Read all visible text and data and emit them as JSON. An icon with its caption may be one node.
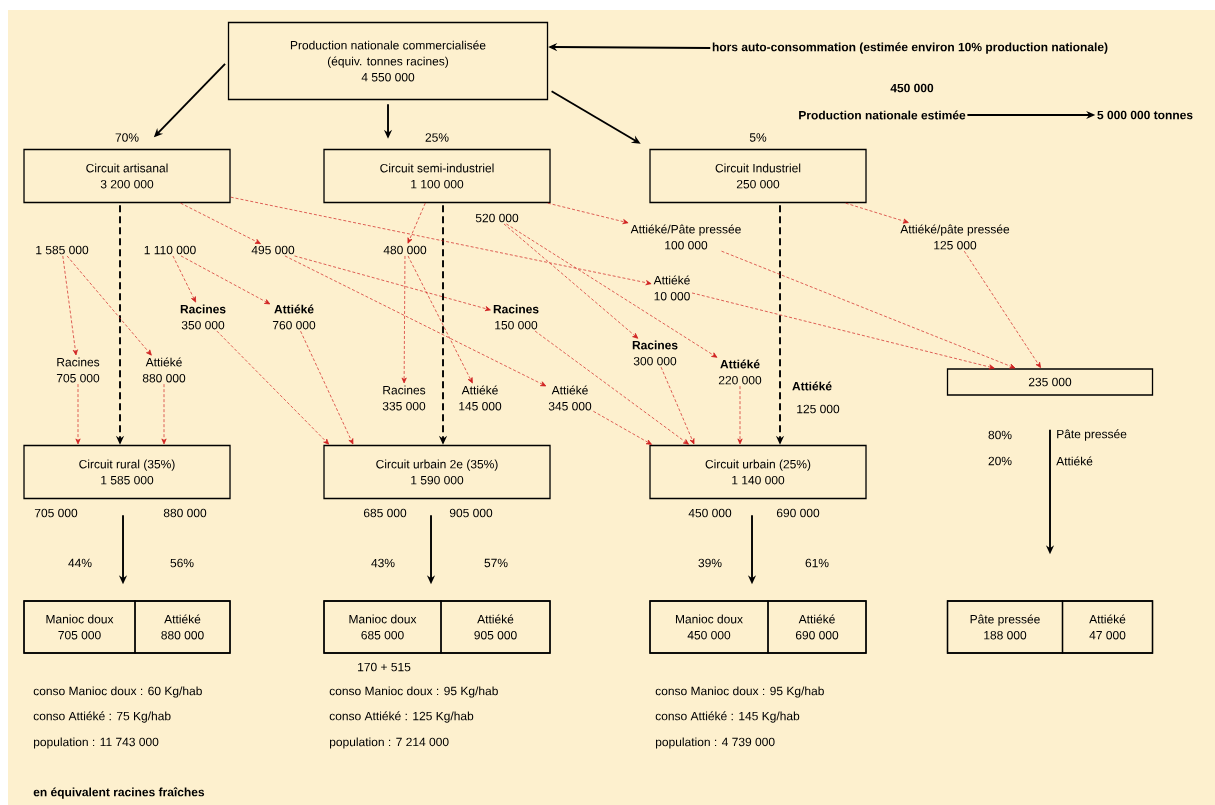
{
  "diagram": {
    "nodes": [
      {
        "text": [
          "Production nationale commercialisée",
          "(équiv. tonnes racines)",
          "4 550 000"
        ]
      },
      {
        "text": [
          "hors auto-consommation (estimée environ 10% production nationale)"
        ]
      },
      {
        "text": [
          "Production nationale estimée"
        ]
      },
      {
        "text": [
          "5 000 000 tonnes"
        ]
      },
      {
        "text": [
          "Circuit artisanal",
          "3 200 000"
        ],
        "beside": [
          "70%"
        ]
      },
      {
        "text": [
          "Circuit semi-industriel",
          "1 100 000"
        ],
        "beside": [
          "25%"
        ]
      },
      {
        "text": [
          "Circuit Industriel",
          "250 000"
        ],
        "beside": [
          "5%"
        ]
      },
      {
        "text": [
          "1 585 000"
        ]
      },
      {
        "text": [
          "1 110 000"
        ]
      },
      {
        "text": [
          "495 000"
        ]
      },
      {
        "text": [
          "480 000"
        ]
      },
      {
        "text": [
          "520 000"
        ]
      },
      {
        "text": [
          "Attiéké/Pâte pressée",
          "100 000"
        ]
      },
      {
        "text": [
          "Attiéké/pâte pressée",
          "125 000"
        ]
      },
      {
        "text": [
          "Attiéké",
          "10 000"
        ]
      },
      {
        "text": [
          "Racines",
          "350 000"
        ]
      },
      {
        "text": [
          "Attiéké",
          "760 000"
        ]
      },
      {
        "text": [
          "Racines",
          "150 000"
        ]
      },
      {
        "text": [
          "Racines",
          "705 000"
        ]
      },
      {
        "text": [
          "Attiéké",
          "880 000"
        ]
      },
      {
        "text": [
          "Racines",
          "335 000"
        ]
      },
      {
        "text": [
          "Attiéké",
          "145 000"
        ]
      },
      {
        "text": [
          "Attiéké",
          "345 000"
        ]
      },
      {
        "text": [
          "Racines",
          "300 000"
        ]
      },
      {
        "text": [
          "Attiéké",
          "220 000"
        ]
      },
      {
        "text": [
          "235 000"
        ]
      },
      {
        "text": [
          "Circuit rural (35%)",
          "1 585 000"
        ]
      },
      {
        "text": [
          "Circuit urbain 2e (35%)",
          "1 590 000"
        ]
      },
      {
        "text": [
          "Circuit urbain (25%)",
          "1 140 000"
        ]
      },
      {
        "text": [],
        "shape": "box"
      },
      {
        "text": [
          "Manioc doux",
          "705 000"
        ],
        "in": 29
      },
      {
        "text": [
          "Attiéké",
          "880 000"
        ],
        "in": 29
      },
      {
        "text": [],
        "shape": "box"
      },
      {
        "text": [
          "Manioc doux",
          "685 000"
        ],
        "in": 32
      },
      {
        "text": [
          "Attiéké",
          "905 000"
        ],
        "in": 32
      },
      {
        "text": [],
        "shape": "box"
      },
      {
        "text": [
          "Manioc doux",
          "450 000"
        ],
        "in": 35
      },
      {
        "text": [
          "Attiéké",
          "690 000"
        ],
        "in": 35
      },
      {
        "text": [],
        "shape": "box"
      },
      {
        "text": [
          "Pâte pressée",
          "188 000"
        ],
        "in": 38
      },
      {
        "text": [
          "Attiéké",
          "47 000"
        ],
        "in": 38
      }
    ],
    "edges": [
      {
        "from": 1,
        "to": 0,
        "arrow": "to",
        "color": "#000000"
      },
      {
        "from": 2,
        "to": 3,
        "arrow": "to",
        "color": "#000000"
      },
      {
        "from": 0,
        "to": 4,
        "arrow": "to",
        "color": "#000000"
      },
      {
        "from": 0,
        "to": 5,
        "arrow": "to",
        "color": "#000000"
      },
      {
        "from": 0,
        "to": 6,
        "arrow": "to",
        "color": "#000000"
      },
      {
        "from": 4,
        "to": 26,
        "arrow": "to",
        "style": "dashed",
        "color": "#000000"
      },
      {
        "from": 5,
        "to": 27,
        "arrow": "to",
        "style": "dashed",
        "color": "#000000"
      },
      {
        "from": 6,
        "to": 28,
        "arrow": "to",
        "style": "dashed",
        "color": "#000000"
      },
      {
        "from": 4,
        "to": 9,
        "arrow": "to",
        "style": "dashed"
      },
      {
        "from": 4,
        "to": 14,
        "arrow": "to",
        "style": "dashed"
      },
      {
        "from": 5,
        "to": 10,
        "arrow": "to",
        "style": "dashed"
      },
      {
        "from": 5,
        "to": 12,
        "arrow": "to",
        "style": "dashed"
      },
      {
        "from": 6,
        "to": 13,
        "arrow": "to",
        "style": "dashed"
      },
      {
        "from": 7,
        "to": 18,
        "arrow": "to",
        "style": "dashed"
      },
      {
        "from": 7,
        "to": 19,
        "arrow": "to",
        "style": "dashed"
      },
      {
        "from": 8,
        "to": 15,
        "arrow": "to",
        "style": "dashed"
      },
      {
        "from": 8,
        "to": 16,
        "arrow": "to",
        "style": "dashed"
      },
      {
        "from": 9,
        "to": 17,
        "arrow": "to",
        "style": "dashed"
      },
      {
        "from": 9,
        "to": 22,
        "arrow": "to",
        "style": "dashed"
      },
      {
        "from": 10,
        "to": 20,
        "arrow": "to",
        "style": "dashed"
      },
      {
        "from": 10,
        "to": 21,
        "arrow": "to",
        "style": "dashed"
      },
      {
        "from": 11,
        "to": 23,
        "arrow": "to",
        "style": "dashed"
      },
      {
        "from": 11,
        "to": 24,
        "arrow": "to",
        "style": "dashed"
      },
      {
        "from": 12,
        "to": 25,
        "arrow": "to",
        "style": "dashed"
      },
      {
        "from": 14,
        "to": 25,
        "arrow": "to",
        "style": "dashed"
      },
      {
        "from": 13,
        "to": 25,
        "arrow": "to",
        "style": "dashed"
      },
      {
        "from": 18,
        "to": 26,
        "arrow": "to",
        "style": "dashed"
      },
      {
        "from": 19,
        "to": 26,
        "arrow": "to",
        "style": "dashed"
      },
      {
        "from": 15,
        "to": 27,
        "arrow": "to",
        "style": "dashed"
      },
      {
        "from": 16,
        "to": 27,
        "arrow": "to",
        "style": "dashed"
      },
      {
        "from": 17,
        "to": 28,
        "arrow": "to",
        "style": "dashed"
      },
      {
        "from": 22,
        "to": 28,
        "arrow": "to",
        "style": "dashed"
      },
      {
        "from": 23,
        "to": 28,
        "arrow": "to",
        "style": "dashed"
      },
      {
        "from": 24,
        "to": 28,
        "arrow": "to",
        "style": "dashed"
      },
      {
        "from": 26,
        "to": 29,
        "arrow": "to",
        "color": "#000000"
      },
      {
        "from": 27,
        "to": 32,
        "arrow": "to",
        "color": "#000000"
      },
      {
        "from": 28,
        "to": 35,
        "arrow": "to",
        "color": "#000000"
      },
      {
        "from": 25,
        "to": 38,
        "arrow": "to",
        "color": "#000000"
      }
    ],
    "labels": [
      "450 000",
      "Attiéké",
      "125 000",
      "80%",
      "Pâte pressée",
      "20%",
      "Attiéké",
      "705 000",
      "880 000",
      "685 000",
      "905 000",
      "450 000",
      "690 000",
      "44%",
      "56%",
      "43%",
      "57%",
      "39%",
      "61%",
      "170 + 515",
      "conso Manioc doux : 60 Kg/hab",
      "conso Manioc doux : 95 Kg/hab",
      "conso Manioc doux : 95 Kg/hab",
      "conso Attiéké : 75 Kg/hab",
      "conso Attiéké : 125 Kg/hab",
      "conso Attiéké : 145 Kg/hab",
      "population : 11 743 000",
      "population : 7 214 000",
      "population : 4 739 000",
      "en équivalent racines fraîches"
    ]
  }
}
